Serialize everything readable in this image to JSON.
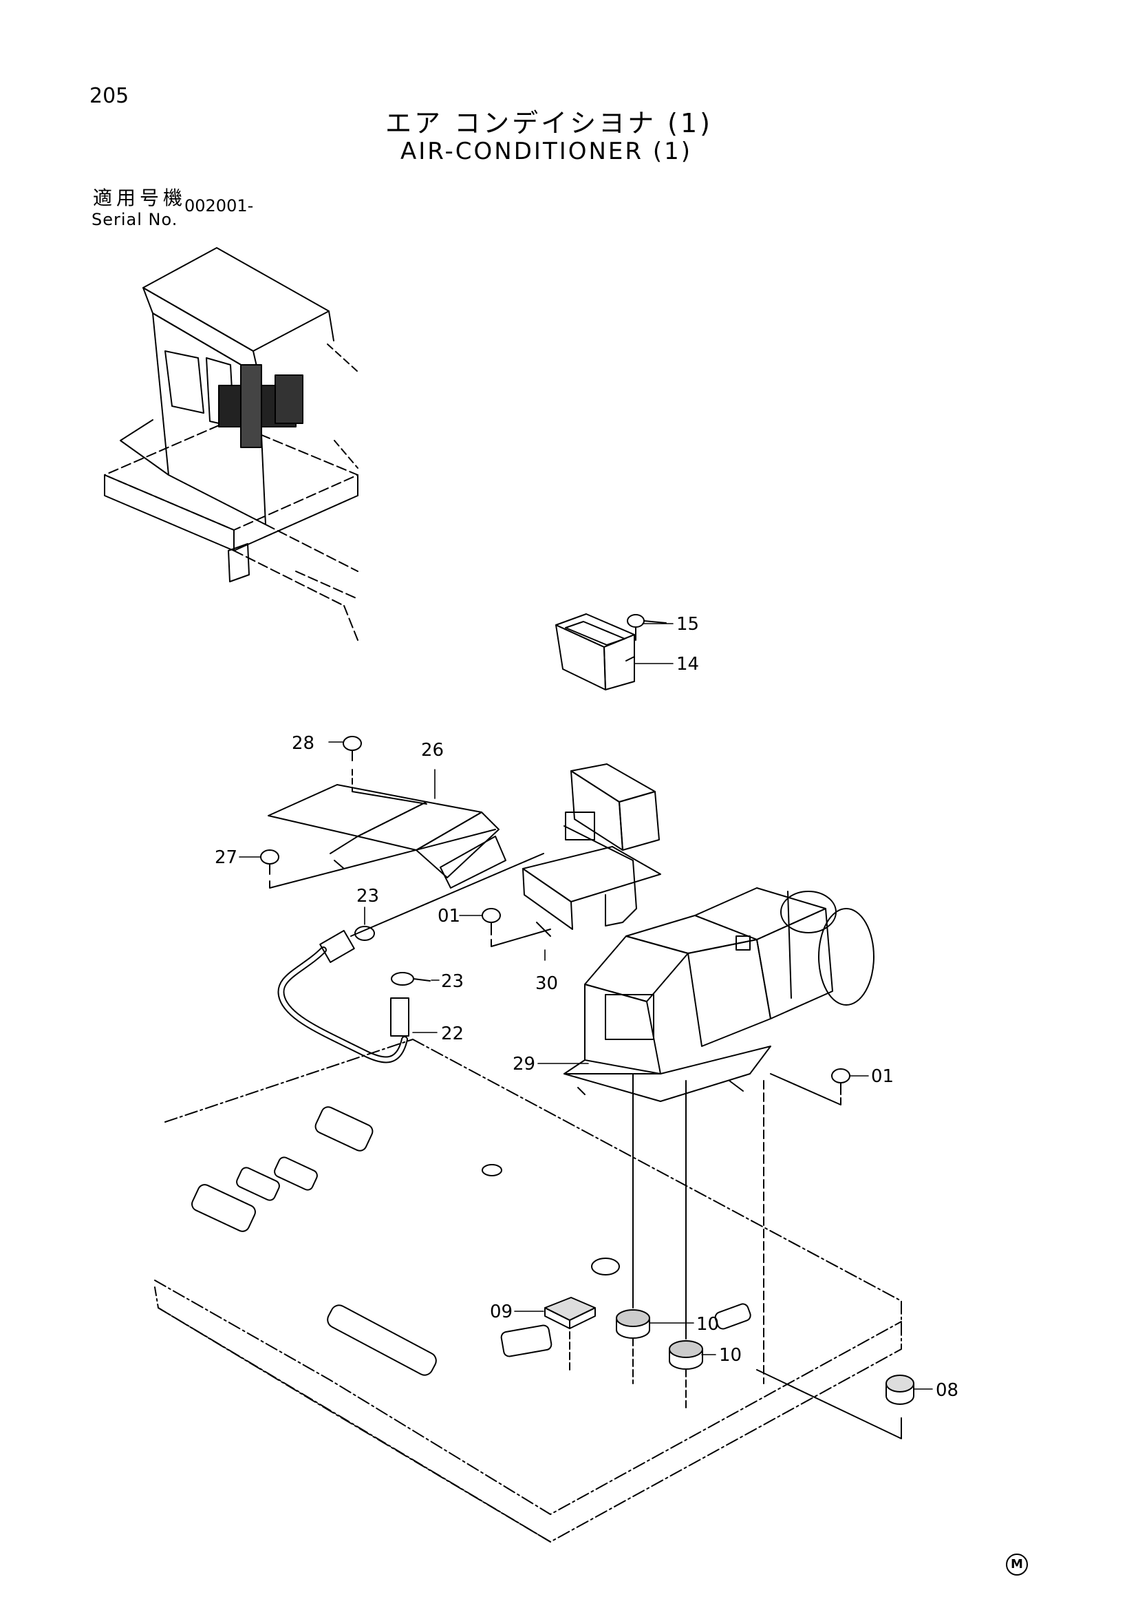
{
  "page": {
    "number": "205",
    "title_jp": "エア コンデイシヨナ (1)",
    "title_en": "AIR-CONDITIONER (1)",
    "serial_label_jp": "適用号機",
    "serial_label_en": "Serial No.",
    "serial_value": "002001-"
  },
  "parts": [
    {
      "id": "15",
      "label": "15"
    },
    {
      "id": "14",
      "label": "14"
    },
    {
      "id": "28",
      "label": "28"
    },
    {
      "id": "26",
      "label": "26"
    },
    {
      "id": "27",
      "label": "27"
    },
    {
      "id": "23a",
      "label": "23"
    },
    {
      "id": "01a",
      "label": "01"
    },
    {
      "id": "23b",
      "label": "23"
    },
    {
      "id": "30",
      "label": "30"
    },
    {
      "id": "22",
      "label": "22"
    },
    {
      "id": "29",
      "label": "29"
    },
    {
      "id": "01b",
      "label": "01"
    },
    {
      "id": "09",
      "label": "09"
    },
    {
      "id": "10a",
      "label": "10"
    },
    {
      "id": "10b",
      "label": "10"
    },
    {
      "id": "08",
      "label": "08"
    }
  ],
  "footer_mark": "M"
}
